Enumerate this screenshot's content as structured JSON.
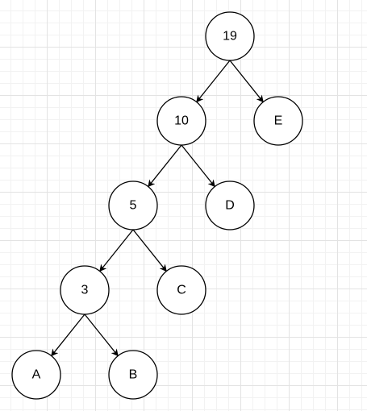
{
  "diagram": {
    "type": "binary-tree",
    "nodes": [
      {
        "id": "n19",
        "label": "19"
      },
      {
        "id": "n10",
        "label": "10"
      },
      {
        "id": "nE",
        "label": "E"
      },
      {
        "id": "n5",
        "label": "5"
      },
      {
        "id": "nD",
        "label": "D"
      },
      {
        "id": "n3",
        "label": "3"
      },
      {
        "id": "nC",
        "label": "C"
      },
      {
        "id": "nA",
        "label": "A"
      },
      {
        "id": "nB",
        "label": "B"
      }
    ],
    "edges": [
      {
        "from": "n19",
        "to": "n10"
      },
      {
        "from": "n19",
        "to": "nE"
      },
      {
        "from": "n10",
        "to": "n5"
      },
      {
        "from": "n10",
        "to": "nD"
      },
      {
        "from": "n5",
        "to": "n3"
      },
      {
        "from": "n5",
        "to": "nC"
      },
      {
        "from": "n3",
        "to": "nA"
      },
      {
        "from": "n3",
        "to": "nB"
      }
    ],
    "colors": {
      "stroke": "#000000",
      "fill": "#ffffff",
      "grid": "#e3e3e3"
    }
  }
}
